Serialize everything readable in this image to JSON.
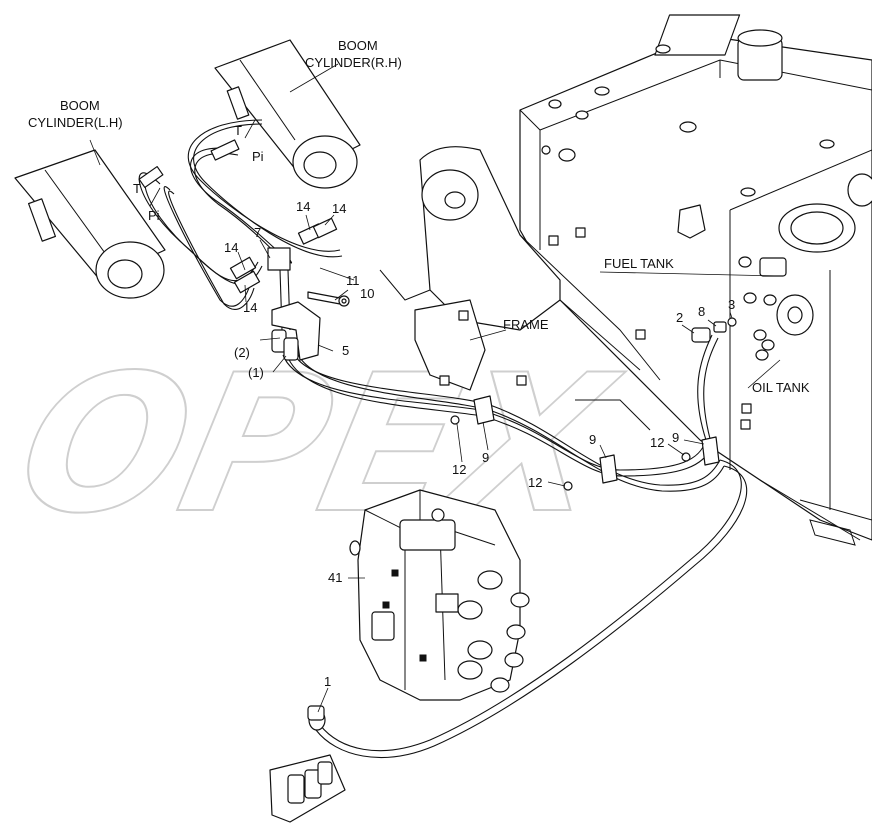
{
  "watermark": "OPEX",
  "labels": {
    "boom_cyl_rh_1": "BOOM",
    "boom_cyl_rh_2": "CYLINDER(R.H)",
    "boom_cyl_lh_1": "BOOM",
    "boom_cyl_lh_2": "CYLINDER(L.H)",
    "fuel_tank": "FUEL TANK",
    "frame": "FRAME",
    "oil_tank": "OIL TANK",
    "port_t_rh": "T",
    "port_pi_rh": "Pi",
    "port_t_lh": "T",
    "port_pi_lh": "Pi"
  },
  "callouts": {
    "c1": "1",
    "c1p": "(1)",
    "c2": "2",
    "c2p": "(2)",
    "c3": "3",
    "c5": "5",
    "c7": "7",
    "c8": "8",
    "c9a": "9",
    "c9b": "9",
    "c9c": "9",
    "c10": "10",
    "c11": "11",
    "c12a": "12",
    "c12b": "12",
    "c12c": "12",
    "c14a": "14",
    "c14b": "14",
    "c14c": "14",
    "c14d": "14",
    "c41": "41"
  }
}
